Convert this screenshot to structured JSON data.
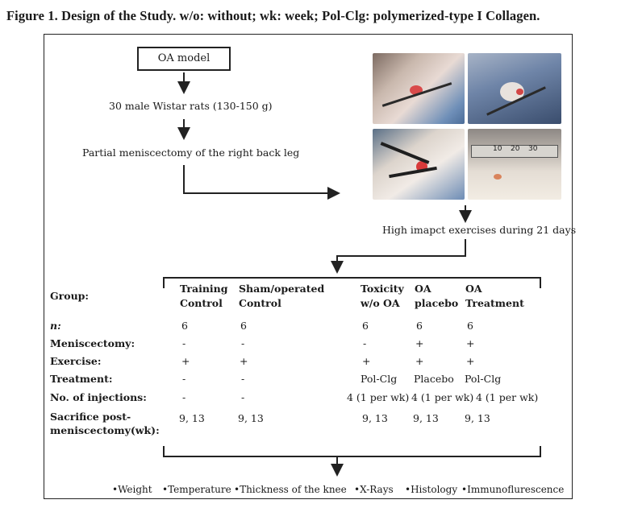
{
  "caption": "Figure 1. Design of the Study. w/o: without; wk: week; Pol-Clg: polymerized-type I Collagen.",
  "flow": {
    "oa_model": "OA model",
    "rats": "30 male Wistar rats (130-150 g)",
    "surgery": "Partial meniscectomy of the right back leg",
    "exercise": "High imapct exercises during 21 days"
  },
  "table": {
    "row_labels": {
      "group": "Group:",
      "n": "n:",
      "meniscectomy": "Meniscectomy:",
      "exercise": "Exercise:",
      "treatment": "Treatment:",
      "injections": "No. of injections:",
      "sacrifice_1": "Sacrifice post-",
      "sacrifice_2": "meniscectomy(wk):"
    },
    "groups": [
      {
        "name_1": "Training",
        "name_2": "Control",
        "n": "6",
        "meniscectomy": "-",
        "exercise": "+",
        "treatment": "-",
        "injections": "-",
        "sacrifice": "9, 13"
      },
      {
        "name_1": "Sham/operated",
        "name_2": "Control",
        "n": "6",
        "meniscectomy": "-",
        "exercise": "+",
        "treatment": "-",
        "injections": "-",
        "sacrifice": "9, 13"
      },
      {
        "name_1": "Toxicity",
        "name_2": "w/o OA",
        "n": "6",
        "meniscectomy": "-",
        "exercise": "+",
        "treatment": "Pol-Clg",
        "injections": "4 (1 per wk)",
        "sacrifice": "9, 13"
      },
      {
        "name_1": "OA",
        "name_2": "placebo",
        "n": "6",
        "meniscectomy": "+",
        "exercise": "+",
        "treatment": "Placebo",
        "injections": "4 (1 per wk)",
        "sacrifice": "9, 13"
      },
      {
        "name_1": "OA",
        "name_2": "Treatment",
        "n": "6",
        "meniscectomy": "+",
        "exercise": "+",
        "treatment": "Pol-Clg",
        "injections": "4 (1 per wk)",
        "sacrifice": "9, 13"
      }
    ]
  },
  "outcomes": [
    "•Weight",
    "•Temperature",
    "•Thickness of the knee",
    "•X-Rays",
    "•Histology",
    "•Immunoflurescence"
  ],
  "photo_ruler_ticks": [
    "10",
    "20",
    "30"
  ]
}
